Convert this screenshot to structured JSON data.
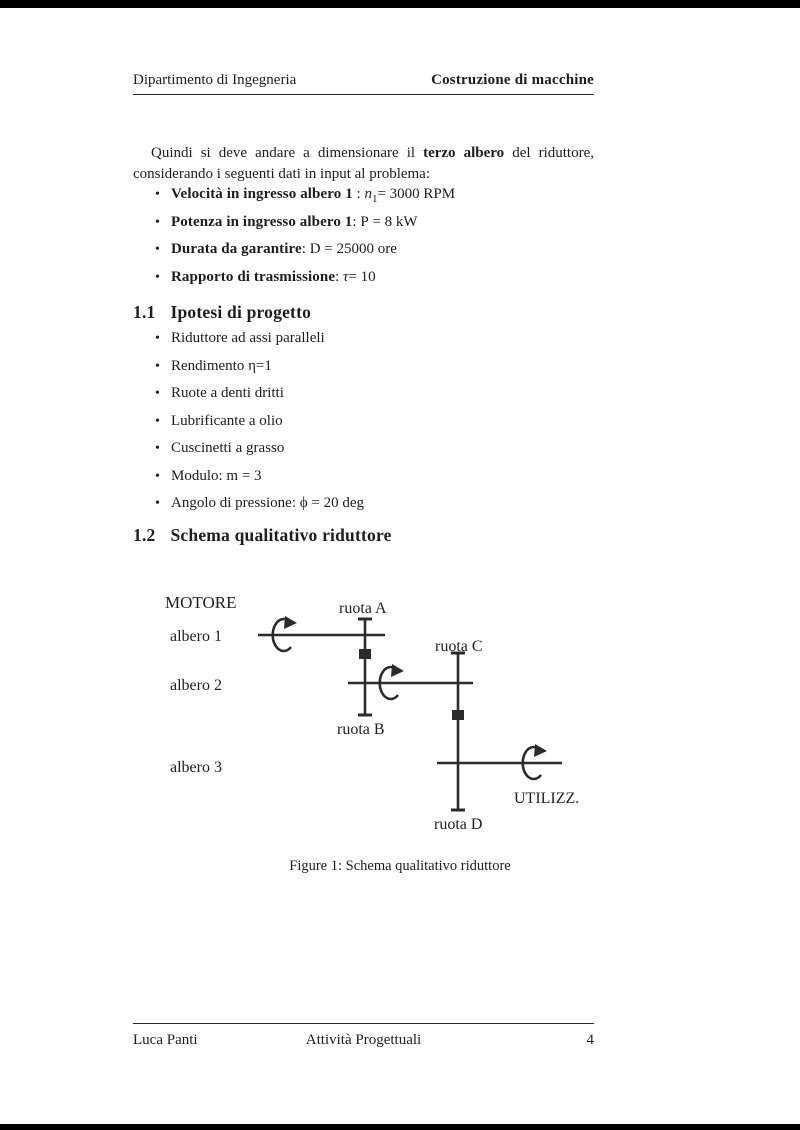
{
  "header": {
    "left": "Dipartimento di Ingegneria",
    "right": "Costruzione di macchine"
  },
  "intro": {
    "pre": "Quindi si deve andare a dimensionare il ",
    "bold": "terzo albero",
    "post": " del riduttore, considerando i seguenti dati in input al problema:"
  },
  "inputs": {
    "items": [
      {
        "bullet": "•",
        "label": "Velocità in ingresso albero 1",
        "sep": " : ",
        "var": "n",
        "sub": "1",
        "value": "= 3000 RPM"
      },
      {
        "bullet": "•",
        "label": "Potenza in ingresso albero 1",
        "sep": ": ",
        "var": "P",
        "sub": "",
        "value": " = 8 kW"
      },
      {
        "bullet": "•",
        "label": "Durata da garantire",
        "sep": ": ",
        "var": "D",
        "sub": "",
        "value": " = 25000 ore"
      },
      {
        "bullet": "•",
        "label": "Rapporto di trasmissione",
        "sep": ": ",
        "var": "τ",
        "sub": "",
        "value": "= 10"
      }
    ]
  },
  "sections": [
    {
      "number": "1.1",
      "title": "Ipotesi di progetto"
    },
    {
      "number": "1.2",
      "title": "Schema qualitativo riduttore"
    }
  ],
  "hypotheses": {
    "bullet": "•",
    "items": [
      "Riduttore ad assi paralleli",
      "Rendimento η=1",
      "Ruote a denti dritti",
      "Lubrificante a olio",
      "Cuscinetti a grasso",
      "Modulo: m = 3",
      "Angolo di pressione: ϕ = 20 deg"
    ]
  },
  "figure": {
    "labels": {
      "motore": "MOTORE",
      "albero1": "albero 1",
      "albero2": "albero 2",
      "albero3": "albero 3",
      "ruotaA": "ruota A",
      "ruotaB": "ruota B",
      "ruotaC": "ruota C",
      "ruotaD": "ruota D",
      "utilizz": "UTILIZZ."
    },
    "caption": "Figure 1: Schema qualitativo riduttore"
  },
  "footer": {
    "left": "Luca Panti",
    "center": "Attività Progettuali",
    "page_number": "4"
  },
  "colors": {
    "page_background": "#ffffff",
    "edge_band": "#000000",
    "ink": "#1d1d1d"
  }
}
